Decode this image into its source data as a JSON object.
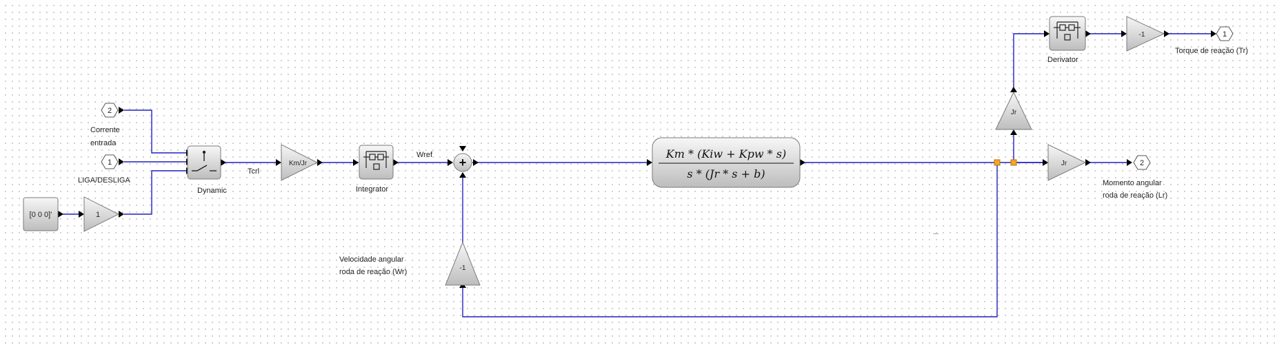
{
  "ports": {
    "in2": "2",
    "in1": "1",
    "out1": "1",
    "out2": "2"
  },
  "labels": {
    "corrente_line1": "Corrente",
    "corrente_line2": "entrada",
    "liga_desliga": "LIGA/DESLIGA",
    "dynamic": "Dynamic",
    "tcrl": "Tcrl",
    "integrator": "Integrator",
    "wref": "Wref",
    "derivator": "Derivator",
    "torque": "Torque de reação (Tr)",
    "momento_line1": "Momento angular",
    "momento_line2": "roda de reação (Lr)",
    "velocidade_line1": "Velocidade angular",
    "velocidade_line2": "roda de reação (Wr)",
    "ellipsis": "..."
  },
  "blocks": {
    "const_vector": "[0 0 0]'",
    "gain_one": "1",
    "gain_kmjr": "Km/Jr",
    "gain_jr_up": "Jr",
    "gain_jr_right": "Jr",
    "gain_neg1_top": "-1",
    "gain_neg1_feedback": "-1",
    "sum_sign": "+",
    "tf_numerator": "Km * (Kiw + Kpw * s)",
    "tf_denominator": "s * (Jr * s + b)"
  },
  "colors": {
    "wire": "#1f1fbf",
    "split_point": "#f5a623",
    "block_fill_light": "#f4f4f4",
    "block_fill_dark": "#bdbdbd"
  }
}
